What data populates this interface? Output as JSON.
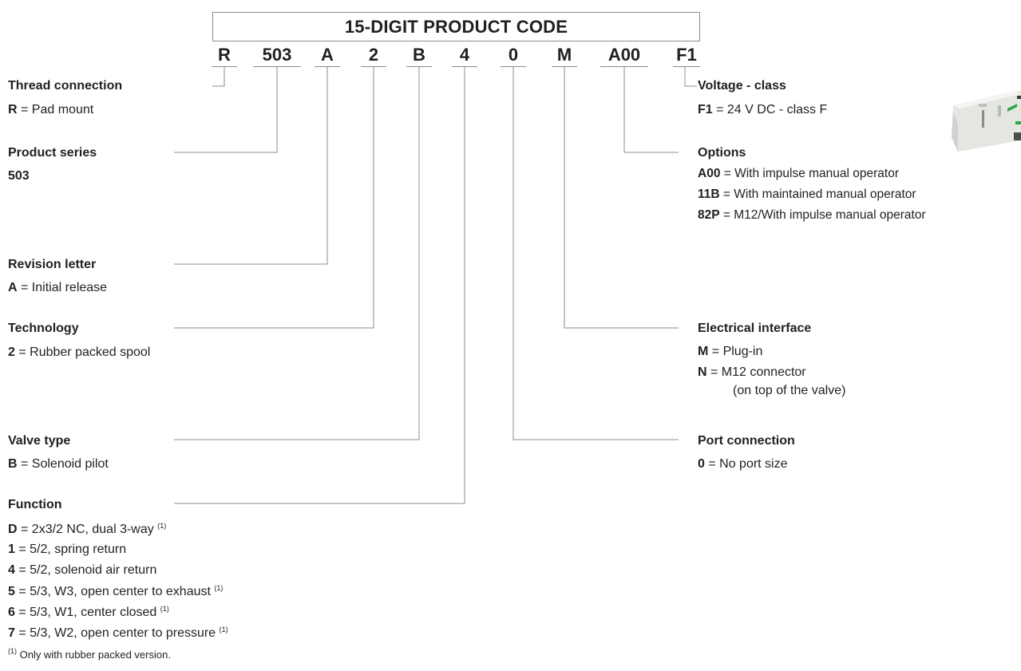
{
  "title": "15-DIGIT PRODUCT CODE",
  "code": [
    "R",
    "503",
    "A",
    "2",
    "B",
    "4",
    "0",
    "M",
    "A00",
    "F1"
  ],
  "sections": {
    "thread": {
      "heading": "Thread connection",
      "items": [
        {
          "key": "R",
          "text": " = Pad mount"
        }
      ]
    },
    "series": {
      "heading": "Product series",
      "value": "503"
    },
    "revision": {
      "heading": "Revision letter",
      "items": [
        {
          "key": "A",
          "text": " = Initial release"
        }
      ]
    },
    "technology": {
      "heading": "Technology",
      "items": [
        {
          "key": "2",
          "text": " =  Rubber packed spool"
        }
      ]
    },
    "valve_type": {
      "heading": "Valve type",
      "items": [
        {
          "key": "B",
          "text": " = Solenoid pilot"
        }
      ]
    },
    "function": {
      "heading": "Function",
      "items": [
        {
          "key": "D",
          "text": " =  2x3/2 NC, dual 3-way ",
          "note": "(1)"
        },
        {
          "key": "1",
          "text": " =  5/2, spring return",
          "note": ""
        },
        {
          "key": "4",
          "text": " =  5/2, solenoid air return",
          "note": ""
        },
        {
          "key": "5",
          "text": " =  5/3, W3, open center to exhaust ",
          "note": "(1)"
        },
        {
          "key": "6",
          "text": " =  5/3, W1, center closed ",
          "note": "(1)"
        },
        {
          "key": "7",
          "text": " =  5/3, W2, open center to pressure ",
          "note": "(1)"
        }
      ],
      "footnote_mark": "(1)",
      "footnote_text": " Only with rubber packed version."
    },
    "voltage": {
      "heading": "Voltage - class",
      "items": [
        {
          "key": "F1",
          "text": "  = 24 V DC - class F"
        }
      ]
    },
    "options": {
      "heading": "Options",
      "items": [
        {
          "key": "A00",
          "text": "  =  With impulse manual operator"
        },
        {
          "key": "11B",
          "text": "  =  With maintained manual operator"
        },
        {
          "key": "82P",
          "text": "  =  M12/With impulse manual operator"
        }
      ]
    },
    "electrical": {
      "heading": "Electrical interface",
      "items": [
        {
          "key": "M",
          "text": "   = Plug-in"
        },
        {
          "key": "N",
          "text": "   = M12 connector"
        }
      ],
      "continuation": "(on top of the valve)"
    },
    "port": {
      "heading": "Port connection",
      "items": [
        {
          "key": "0",
          "text": "   = No port size"
        }
      ]
    }
  }
}
